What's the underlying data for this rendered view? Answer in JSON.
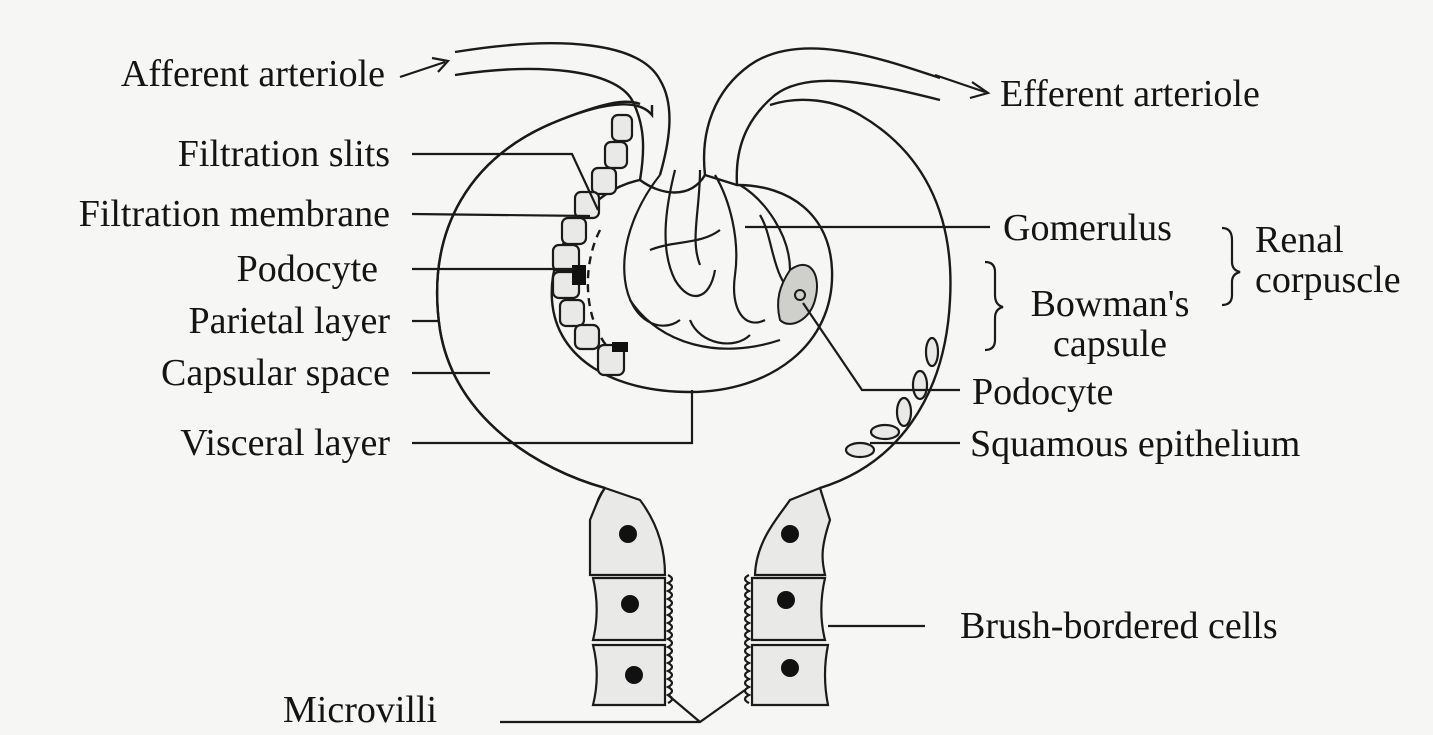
{
  "labels": {
    "afferent_arteriole": "Afferent arteriole",
    "efferent_arteriole": "Efferent arteriole",
    "filtration_slits": "Filtration slits",
    "filtration_membrane": "Filtration membrane",
    "podocyte_left": "Podocyte",
    "parietal_layer": "Parietal layer",
    "capsular_space": "Capsular space",
    "visceral_layer": "Visceral layer",
    "glomerulus": "Gomerulus",
    "renal": "Renal",
    "corpuscle": "corpuscle",
    "bowmans": "Bowman's",
    "capsule": "capsule",
    "podocyte_right": "Podocyte",
    "squamous_epithelium": "Squamous epithelium",
    "brush_bordered_cells": "Brush-bordered cells",
    "microvilli": "Microvilli"
  }
}
